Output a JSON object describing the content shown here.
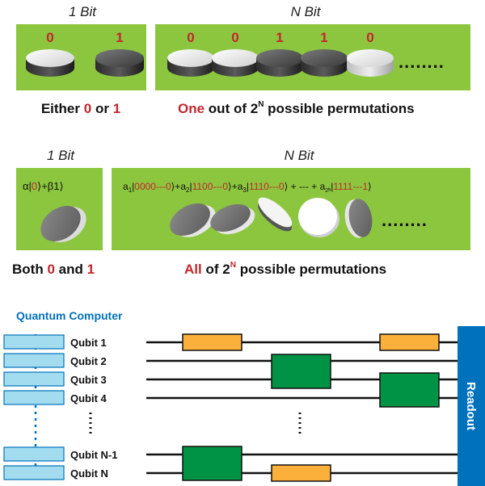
{
  "classical": {
    "single_title": "1 Bit",
    "multi_title": "N Bit",
    "single_labels": [
      "0",
      "1"
    ],
    "multi_labels": [
      "0",
      "0",
      "1",
      "1",
      "0"
    ],
    "dots": "........",
    "caption_either": "Either",
    "caption_zero": "0",
    "caption_or": "or",
    "caption_one": "1",
    "caption_one_word": "One",
    "caption_outof": "out of",
    "caption_two": "2",
    "caption_N": "N",
    "caption_possible": "possible permutations"
  },
  "quantum": {
    "single_title": "1 Bit",
    "multi_title": "N Bit",
    "state_alpha": "α|",
    "state_zero": "0",
    "state_mid": "⟩+β1⟩",
    "formula": {
      "t1": "a",
      "s1": "1",
      "k1": "|",
      "r1": "0000---0",
      "p1": "⟩+a",
      "s2": "2",
      "k2": "|",
      "r2": "1100---0",
      "p2": "⟩+a",
      "s3": "3",
      "k3": "|",
      "r3": "1110---0",
      "p3": "⟩ + --- + a",
      "s4": "2ᴺ",
      "k4": "|",
      "r4": "1111---1",
      "p4": "⟩"
    },
    "dots": "........",
    "caption_both": "Both",
    "caption_zero": "0",
    "caption_and": "and",
    "caption_one": "1",
    "caption_all": "All",
    "caption_of": "of",
    "caption_two": "2",
    "caption_N": "N",
    "caption_possible": "possible permutations"
  },
  "circuit": {
    "title": "Quantum Computer",
    "qubits": [
      "Qubit 1",
      "Qubit 2",
      "Qubit 3",
      "Qubit 4",
      "Qubit N-1",
      "Qubit N"
    ],
    "readout": "Readout"
  },
  "colors": {
    "panel_green": "#8cc63f",
    "red": "#c1272d",
    "blue": "#0071bc",
    "orange": "#fbb03b",
    "gate_green": "#009245",
    "qubit_box": "#a3dcee"
  }
}
